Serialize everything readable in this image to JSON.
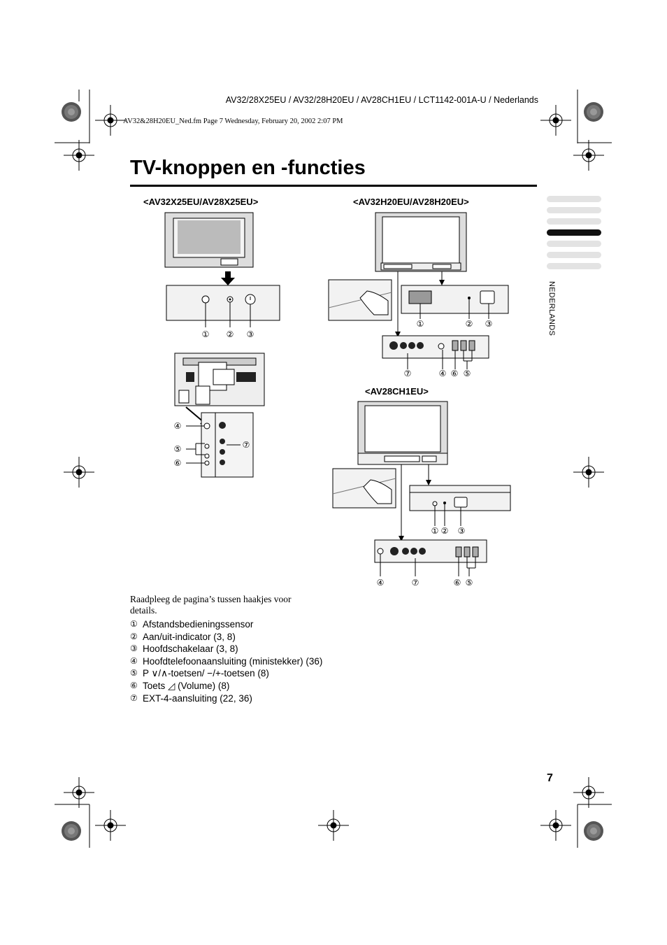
{
  "header": {
    "models_line": "AV32/28X25EU / AV32/28H20EU / AV28CH1EU / LCT1142-001A-U / Nederlands",
    "file_line": "AV32&28H20EU_Ned.fm  Page 7  Wednesday, February 20, 2002  2:07 PM"
  },
  "title": "TV-knoppen en -functies",
  "models": {
    "x25": "<AV32X25EU/AV28X25EU>",
    "h20": "<AV32H20EU/AV28H20EU>",
    "ch1": "<AV28CH1EU>"
  },
  "callouts": [
    "①",
    "②",
    "③",
    "④",
    "⑤",
    "⑥",
    "⑦"
  ],
  "side_label": "NEDERLANDS",
  "intro": "Raadpleeg de pagina’s tussen haakjes voor details.",
  "legend": [
    {
      "num": "①",
      "text": "Afstandsbedieningssensor"
    },
    {
      "num": "②",
      "text": "Aan/uit-indicator (3, 8)"
    },
    {
      "num": "③",
      "text": "Hoofdschakelaar (3, 8)"
    },
    {
      "num": "④",
      "text": "Hoofdtelefoonaansluiting (ministekker) (36)"
    },
    {
      "num": "⑤",
      "text": "P ∨/∧-toetsen/ −/+-toetsen (8)"
    },
    {
      "num": "⑥",
      "text": "Toets ◿ (Volume) (8)"
    },
    {
      "num": "⑦",
      "text": "EXT-4-aansluiting (22, 36)"
    }
  ],
  "page_number": "7"
}
